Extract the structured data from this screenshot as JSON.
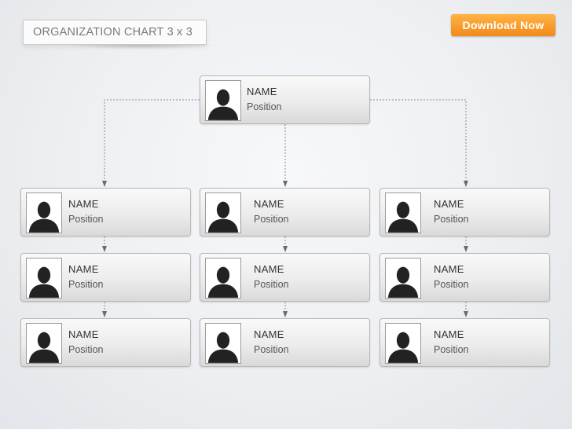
{
  "title": "ORGANIZATION CHART 3 x 3",
  "download_label": "Download Now",
  "top": {
    "name": "NAME",
    "position": "Position"
  },
  "rows": [
    [
      {
        "name": "NAME",
        "position": "Position"
      },
      {
        "name": "NAME",
        "position": "Position"
      },
      {
        "name": "NAME",
        "position": "Position"
      }
    ],
    [
      {
        "name": "NAME",
        "position": "Position"
      },
      {
        "name": "NAME",
        "position": "Position"
      },
      {
        "name": "NAME",
        "position": "Position"
      }
    ],
    [
      {
        "name": "NAME",
        "position": "Position"
      },
      {
        "name": "NAME",
        "position": "Position"
      },
      {
        "name": "NAME",
        "position": "Position"
      }
    ]
  ],
  "colors": {
    "accent": "#f28a1a",
    "connector": "#8a8a8a"
  }
}
